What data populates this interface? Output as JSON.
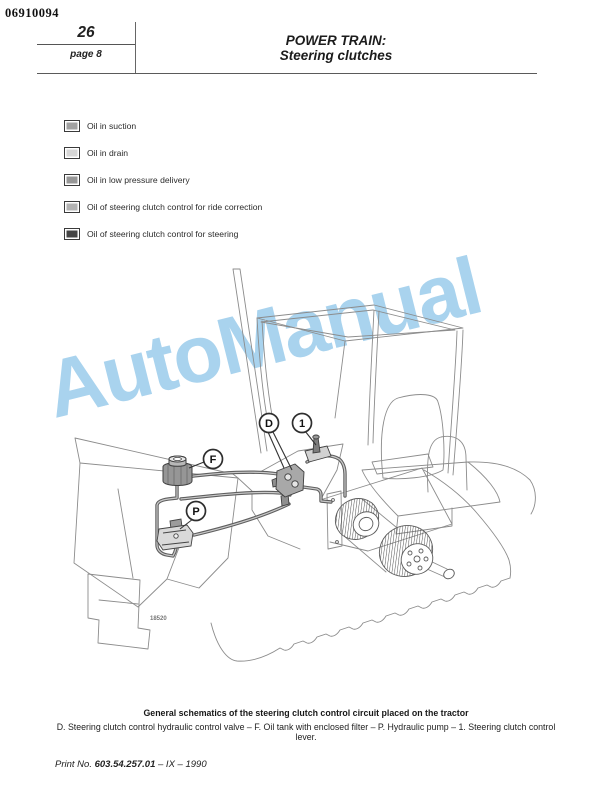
{
  "page": {
    "doc_number": "06910094"
  },
  "header": {
    "page_number": "26",
    "page_label": "page 8",
    "title_line1": "POWER TRAIN:",
    "title_line2": "Steering clutches"
  },
  "legend": {
    "items": [
      {
        "label": "Oil in suction",
        "color": "#a1a1a1"
      },
      {
        "label": "Oil in drain",
        "color": "#d6d6d6"
      },
      {
        "label": "Oil in low pressure delivery",
        "color": "#979797"
      },
      {
        "label": "Oil of steering clutch control for ride correction",
        "color": "#b3b3b3"
      },
      {
        "label": "Oil of steering clutch control for steering",
        "color": "#454545"
      }
    ]
  },
  "figure": {
    "watermark": "AutoManual",
    "watermark_color": "#a9d3ee",
    "figure_number": "18520",
    "callouts": [
      {
        "label": "D"
      },
      {
        "label": "1"
      },
      {
        "label": "F"
      },
      {
        "label": "P"
      }
    ]
  },
  "caption": {
    "title": "General schematics of the steering clutch control circuit placed on the tractor",
    "line1": "D. Steering clutch control hydraulic control valve – F. Oil tank with enclosed filter – P. Hydraulic pump – 1. Steering clutch control",
    "line2": "lever."
  },
  "footer": {
    "prefix": "Print No. ",
    "print_number": "603.54.257.01",
    "suffix": " – IX – 1990"
  }
}
